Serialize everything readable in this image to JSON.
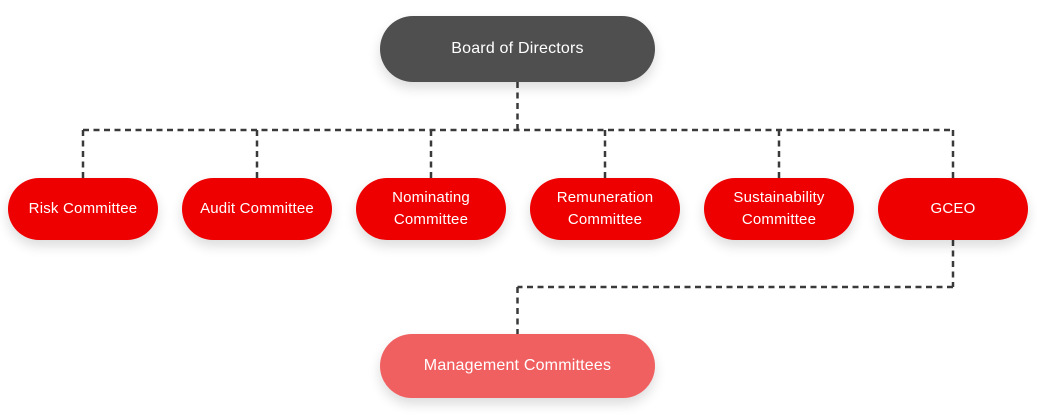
{
  "org_chart": {
    "root": {
      "label": "Board of Directors"
    },
    "board_committees": [
      {
        "label": "Risk Committee"
      },
      {
        "label": "Audit Committee"
      },
      {
        "label": "Nominating Committee"
      },
      {
        "label": "Remuneration Committee"
      },
      {
        "label": "Sustainability Committee"
      },
      {
        "label": "GCEO"
      }
    ],
    "management": {
      "label": "Management Committees"
    },
    "colors": {
      "root_bg": "#4F4F4F",
      "committee_bg": "#EF0000",
      "management_bg": "#F16061",
      "text": "#FFFFFF",
      "connector": "#3A3A3A",
      "background": "#FFFFFF"
    }
  }
}
